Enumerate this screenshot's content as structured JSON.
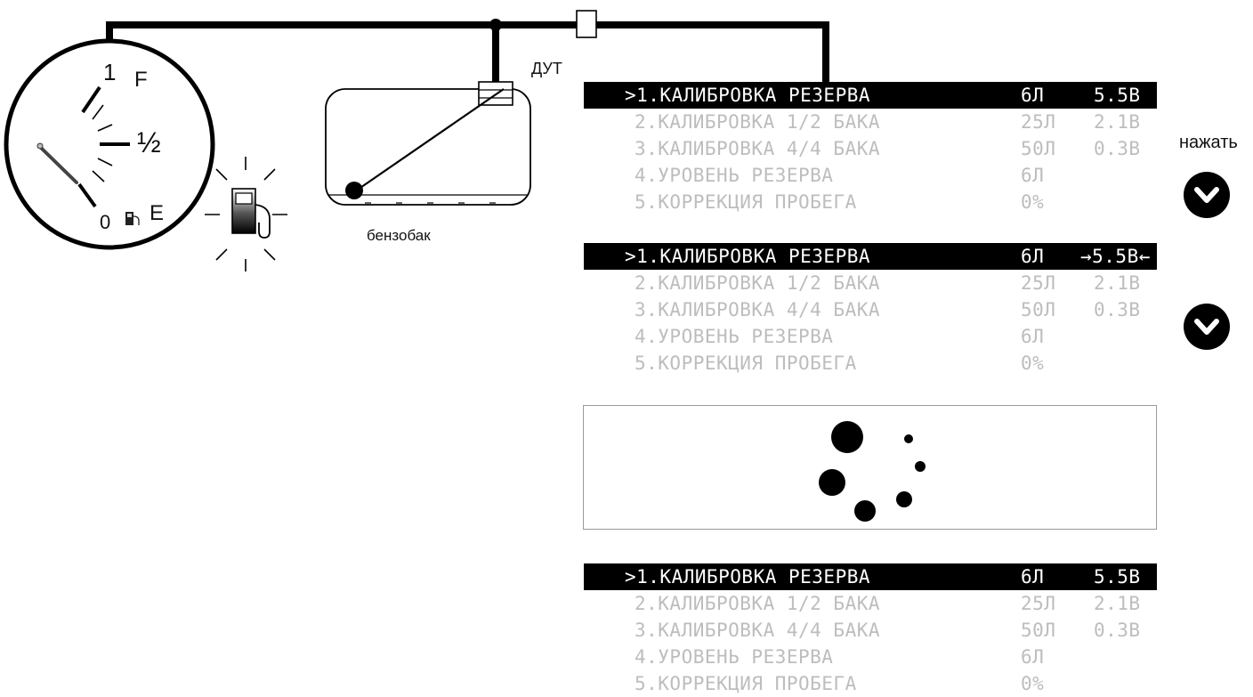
{
  "gauge": {
    "mark_full": "1",
    "mark_f": "F",
    "mark_half": "½",
    "mark_zero": "0",
    "mark_e": "E"
  },
  "sensor_label": "ДУТ",
  "tank_label": "бензобак",
  "press_label": "нажать",
  "menus": [
    {
      "rows": [
        {
          "label": ">1.КАЛИБРОВКА РЕЗЕРВА",
          "v1": "6Л",
          "v2": "5.5В",
          "active": true
        },
        {
          "label": "2.КАЛИБРОВКА 1/2 БАКА",
          "v1": "25Л",
          "v2": "2.1В",
          "active": false
        },
        {
          "label": "3.КАЛИБРОВКА 4/4 БАКА",
          "v1": "50Л",
          "v2": "0.3В",
          "active": false
        },
        {
          "label": "4.УРОВЕНЬ РЕЗЕРВА",
          "v1": "6Л",
          "v2": "",
          "active": false
        },
        {
          "label": "5.КОРРЕКЦИЯ ПРОБЕГА",
          "v1": "0%",
          "v2": "",
          "active": false
        }
      ]
    },
    {
      "rows": [
        {
          "label": ">1.КАЛИБРОВКА РЕЗЕРВА",
          "v1": "6Л",
          "v2": "→5.5В←",
          "active": true
        },
        {
          "label": "2.КАЛИБРОВКА 1/2 БАКА",
          "v1": "25Л",
          "v2": "2.1В",
          "active": false
        },
        {
          "label": "3.КАЛИБРОВКА 4/4 БАКА",
          "v1": "50Л",
          "v2": "0.3В",
          "active": false
        },
        {
          "label": "4.УРОВЕНЬ РЕЗЕРВА",
          "v1": "6Л",
          "v2": "",
          "active": false
        },
        {
          "label": "5.КОРРЕКЦИЯ ПРОБЕГА",
          "v1": "0%",
          "v2": "",
          "active": false
        }
      ]
    },
    {
      "rows": [
        {
          "label": ">1.КАЛИБРОВКА РЕЗЕРВА",
          "v1": "6Л",
          "v2": "5.5В",
          "active": true
        },
        {
          "label": "2.КАЛИБРОВКА 1/2 БАКА",
          "v1": "25Л",
          "v2": "2.1В",
          "active": false
        },
        {
          "label": "3.КАЛИБРОВКА 4/4 БАКА",
          "v1": "50Л",
          "v2": "0.3В",
          "active": false
        },
        {
          "label": "4.УРОВЕНЬ РЕЗЕРВА",
          "v1": "6Л",
          "v2": "",
          "active": false
        },
        {
          "label": "5.КОРРЕКЦИЯ ПРОБЕГА",
          "v1": "0%",
          "v2": "",
          "active": false
        }
      ]
    }
  ],
  "buttons": [
    {
      "icon": "chevron-down-icon"
    },
    {
      "icon": "chevron-down-icon"
    }
  ]
}
